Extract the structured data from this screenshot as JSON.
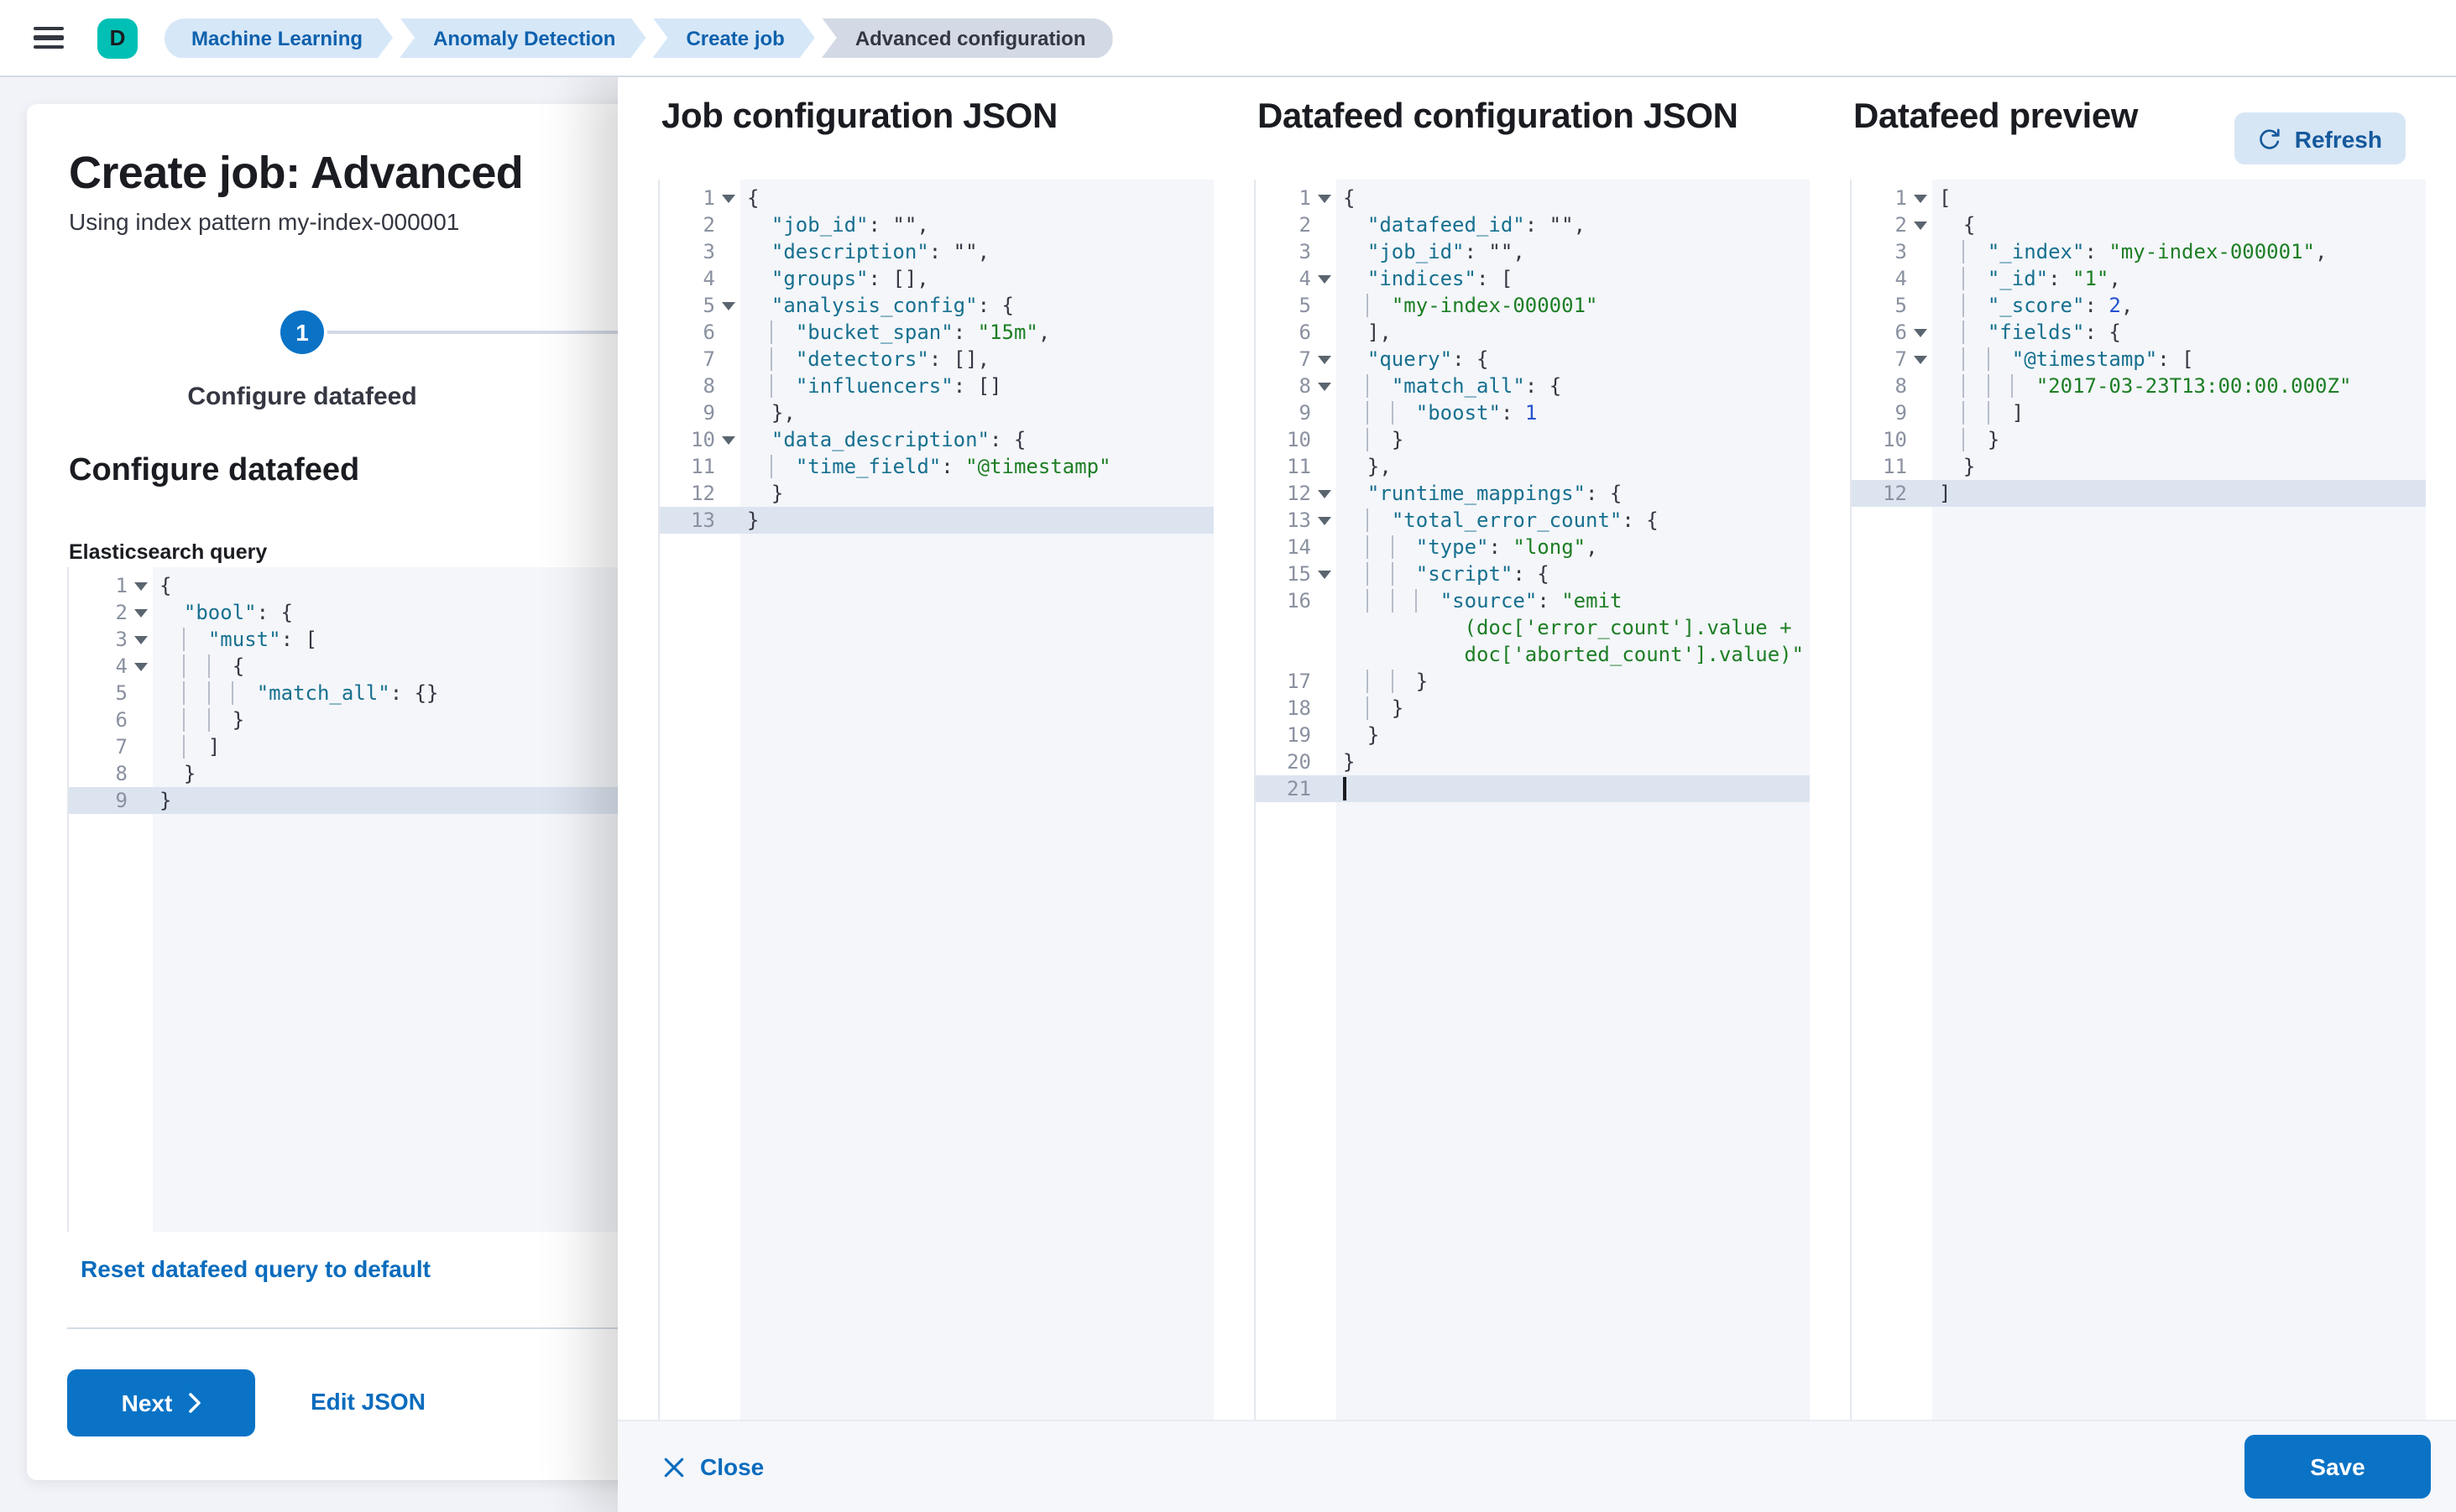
{
  "topbar": {
    "avatar_letter": "D",
    "breadcrumbs": [
      {
        "label": "Machine Learning"
      },
      {
        "label": "Anomaly Detection"
      },
      {
        "label": "Create job"
      },
      {
        "label": "Advanced configuration"
      }
    ]
  },
  "wizard": {
    "title": "Create job: Advanced",
    "subtitle": "Using index pattern my-index-000001",
    "step_number": "1",
    "step_label": "Configure datafeed",
    "section_heading": "Configure datafeed",
    "query_label": "Elasticsearch query",
    "reset_link": "Reset datafeed query to default",
    "next_button": "Next",
    "edit_json_link": "Edit JSON"
  },
  "flyout": {
    "col1_heading": "Job configuration JSON",
    "col2_heading": "Datafeed configuration JSON",
    "col3_heading": "Datafeed preview",
    "refresh_button": "Refresh",
    "footer": {
      "close_label": "Close",
      "save_label": "Save"
    }
  },
  "colors": {
    "primary_button": "#0a73c6",
    "link_blue": "#0a6cbd",
    "avatar_teal": "#00c0b5",
    "breadcrumb_bg": "#d6e7f8",
    "breadcrumb_text": "#0e61ad",
    "breadcrumb_current_bg": "#d3dae6",
    "editor_bg": "#f4f6fa",
    "active_line_bg": "#dce4f0",
    "code_key": "#17708f",
    "code_string": "#1d7e24",
    "code_number": "#2451cc"
  },
  "editors": {
    "es_query": {
      "lines": [
        {
          "n": "1",
          "fold": true,
          "code": "{"
        },
        {
          "n": "2",
          "fold": true,
          "code": "  \"bool\": {"
        },
        {
          "n": "3",
          "fold": true,
          "code": "    \"must\": ["
        },
        {
          "n": "4",
          "fold": true,
          "code": "      {"
        },
        {
          "n": "5",
          "code": "        \"match_all\": {}"
        },
        {
          "n": "6",
          "code": "      }"
        },
        {
          "n": "7",
          "code": "    ]"
        },
        {
          "n": "8",
          "code": "  }"
        },
        {
          "n": "9",
          "code": "}",
          "active": true
        }
      ]
    },
    "job_config": {
      "lines": [
        {
          "n": "1",
          "fold": true,
          "code": "{"
        },
        {
          "n": "2",
          "code": "  \"job_id\": \"\","
        },
        {
          "n": "3",
          "code": "  \"description\": \"\","
        },
        {
          "n": "4",
          "code": "  \"groups\": [],"
        },
        {
          "n": "5",
          "fold": true,
          "code": "  \"analysis_config\": {"
        },
        {
          "n": "6",
          "code": "    \"bucket_span\": \"15m\","
        },
        {
          "n": "7",
          "code": "    \"detectors\": [],"
        },
        {
          "n": "8",
          "code": "    \"influencers\": []"
        },
        {
          "n": "9",
          "code": "  },"
        },
        {
          "n": "10",
          "fold": true,
          "code": "  \"data_description\": {"
        },
        {
          "n": "11",
          "code": "    \"time_field\": \"@timestamp\""
        },
        {
          "n": "12",
          "code": "  }"
        },
        {
          "n": "13",
          "code": "}",
          "active": true
        }
      ]
    },
    "datafeed_config": {
      "lines": [
        {
          "n": "1",
          "fold": true,
          "code": "{"
        },
        {
          "n": "2",
          "code": "  \"datafeed_id\": \"\","
        },
        {
          "n": "3",
          "code": "  \"job_id\": \"\","
        },
        {
          "n": "4",
          "fold": true,
          "code": "  \"indices\": ["
        },
        {
          "n": "5",
          "code": "    \"my-index-000001\""
        },
        {
          "n": "6",
          "code": "  ],"
        },
        {
          "n": "7",
          "fold": true,
          "code": "  \"query\": {"
        },
        {
          "n": "8",
          "fold": true,
          "code": "    \"match_all\": {"
        },
        {
          "n": "9",
          "code": "      \"boost\": 1"
        },
        {
          "n": "10",
          "code": "    }"
        },
        {
          "n": "11",
          "code": "  },"
        },
        {
          "n": "12",
          "fold": true,
          "code": "  \"runtime_mappings\": {"
        },
        {
          "n": "13",
          "fold": true,
          "code": "    \"total_error_count\": {"
        },
        {
          "n": "14",
          "code": "      \"type\": \"long\","
        },
        {
          "n": "15",
          "fold": true,
          "code": "      \"script\": {"
        },
        {
          "n": "16",
          "code": "        \"source\": \"emit"
        },
        {
          "n": "",
          "wrap": true,
          "cls": "s",
          "code": "          (doc['error_count'].value +"
        },
        {
          "n": "",
          "wrap": true,
          "cls": "s",
          "code": "          doc['aborted_count'].value)\""
        },
        {
          "n": "17",
          "code": "      }"
        },
        {
          "n": "18",
          "code": "    }"
        },
        {
          "n": "19",
          "code": "  }"
        },
        {
          "n": "20",
          "code": "}"
        },
        {
          "n": "21",
          "code": "",
          "active": true,
          "cursor": true
        }
      ]
    },
    "preview": {
      "lines": [
        {
          "n": "1",
          "fold": true,
          "code": "["
        },
        {
          "n": "2",
          "fold": true,
          "code": "  {"
        },
        {
          "n": "3",
          "code": "    \"_index\": \"my-index-000001\","
        },
        {
          "n": "4",
          "code": "    \"_id\": \"1\","
        },
        {
          "n": "5",
          "code": "    \"_score\": 2,"
        },
        {
          "n": "6",
          "fold": true,
          "code": "    \"fields\": {"
        },
        {
          "n": "7",
          "fold": true,
          "code": "      \"@timestamp\": ["
        },
        {
          "n": "8",
          "code": "        \"2017-03-23T13:00:00.000Z\""
        },
        {
          "n": "9",
          "code": "      ]"
        },
        {
          "n": "10",
          "code": "    }"
        },
        {
          "n": "11",
          "code": "  }"
        },
        {
          "n": "12",
          "code": "]",
          "active": true
        }
      ]
    }
  }
}
